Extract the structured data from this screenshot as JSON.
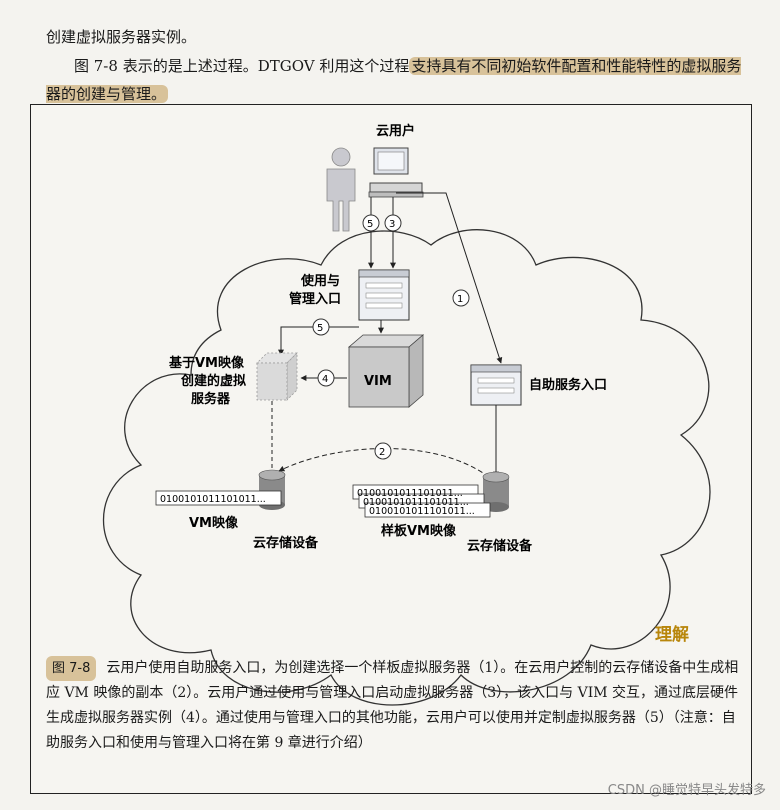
{
  "intro_line": "创建虚拟服务器实例。",
  "para": {
    "plain": "图 7-8 表示的是上述过程。DTGOV 利用这个过程",
    "highlight": "支持具有不同初始软件配置和性能特性的虚拟服务器的创建与管理。"
  },
  "diagram": {
    "cloud_user": "云用户",
    "usage_portal_line1": "使用与",
    "usage_portal_line2": "管理入口",
    "vim": "VIM",
    "vs_line1": "基于VM映像",
    "vs_line2": "创建的虚拟",
    "vs_line3": "服务器",
    "self_service": "自助服务入口",
    "bits": "0100101011101011...",
    "vm_image": "VM映像",
    "template_vm_image": "样板VM映像",
    "storage_left": "云存储设备",
    "storage_right": "云存储设备",
    "n1": "1",
    "n2": "2",
    "n3": "3",
    "n4": "4",
    "n5": "5"
  },
  "handwritten_note": "理解",
  "caption": {
    "tag": "图 7-8",
    "text": "云用户使用自助服务入口，为创建选择一个样板虚拟服务器（1）。在云用户控制的云存储设备中生成相应 VM 映像的副本（2）。云用户通过使用与管理入口启动虚拟服务器（3），该入口与 VIM 交互，通过底层硬件生成虚拟服务器实例（4）。通过使用与管理入口的其他功能，云用户可以使用并定制虚拟服务器（5）（注意：自助服务入口和使用与管理入口将在第 9 章进行介绍）"
  },
  "watermark": "CSDN @睡觉特早头发特多"
}
